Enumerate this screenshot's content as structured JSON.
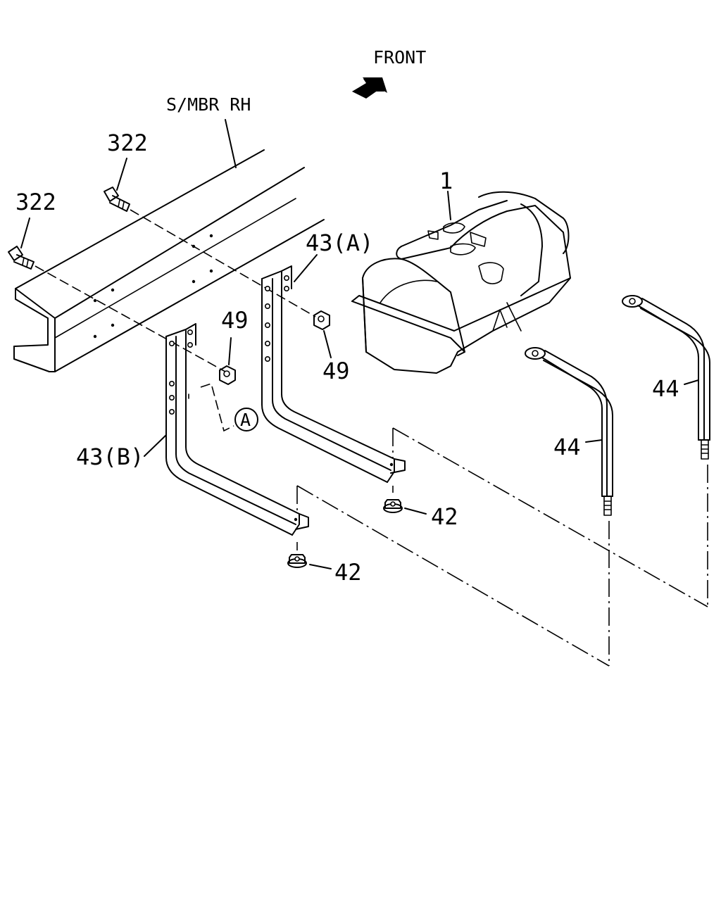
{
  "labels": {
    "front": "FRONT",
    "side_member": "S/MBR RH",
    "bolt_upper": "322",
    "bolt_lower": "322",
    "tank": "1",
    "bracket_a": "43(A)",
    "bracket_b": "43(B)",
    "nut_upper": "49",
    "nut_lower": "49",
    "flange_nut_upper": "42",
    "flange_nut_lower": "42",
    "strap_rear": "44",
    "strap_front": "44",
    "view_ref": "A"
  },
  "icons": {
    "front_arrow": "arrow-up-right-icon"
  },
  "colors": {
    "line": "#000000",
    "background": "#ffffff"
  }
}
